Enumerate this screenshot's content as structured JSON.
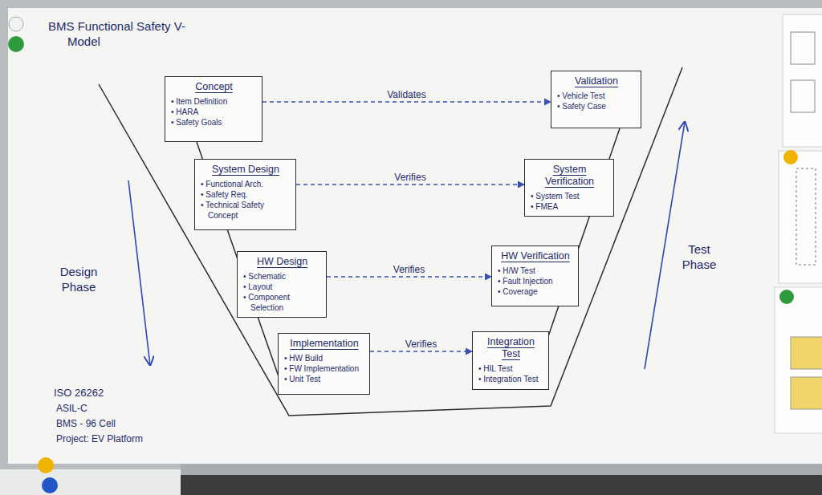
{
  "diagram": {
    "title": "BMS Functional Safety V-Model",
    "nodes": [
      {
        "text": [
          "Concept",
          "• Item Definition",
          "• HARA",
          "• Safety Goals"
        ]
      },
      {
        "text": [
          "System Design",
          "• Functional Arch.",
          "• Safety Req.",
          "• Technical Safety Concept"
        ]
      },
      {
        "text": [
          "HW Design",
          "• Schematic",
          "• Layout",
          "• Component Selection"
        ]
      },
      {
        "text": [
          "Implementation",
          "• HW Build",
          "• FW Implementation",
          "• Unit Test"
        ]
      },
      {
        "text": [
          "Validation",
          "• Vehicle Test",
          "• Safety Case"
        ]
      },
      {
        "text": [
          "System Verification",
          "• System Test",
          "• FMEA"
        ]
      },
      {
        "text": [
          "HW Verification",
          "• H/W Test",
          "• Fault Injection",
          "• Coverage"
        ]
      },
      {
        "text": [
          "Integration Test",
          "• HIL Test",
          "• Integration Test"
        ]
      }
    ],
    "edges": [
      {
        "from": 0,
        "to": 4,
        "arrow": "to",
        "label": "Validates"
      },
      {
        "from": 1,
        "to": 5,
        "arrow": "to",
        "label": "Verifies"
      },
      {
        "from": 2,
        "to": 6,
        "arrow": "to",
        "label": "Verifies"
      },
      {
        "from": 3,
        "to": 7,
        "arrow": "to",
        "label": "Verifies"
      }
    ],
    "labels": [
      "Design Phase",
      "Test Phase",
      "ISO 26262",
      "ASIL-C",
      "BMS - 96 Cell",
      "Project: EV Platform"
    ]
  }
}
